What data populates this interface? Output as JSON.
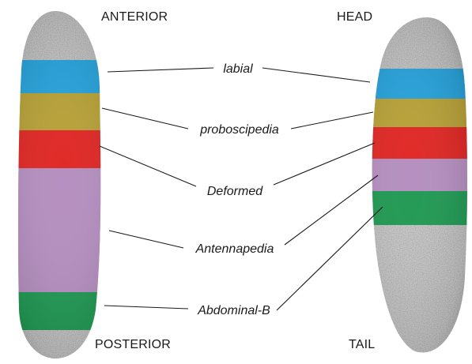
{
  "labels": {
    "anterior": "ANTERIOR",
    "posterior": "POSTERIOR",
    "head": "HEAD",
    "tail": "TAIL"
  },
  "genes": [
    {
      "id": "labial",
      "label": "labial",
      "color": "#2aa3db"
    },
    {
      "id": "proboscipedia",
      "label": "proboscipedia",
      "color": "#b8a23a"
    },
    {
      "id": "deformed",
      "label": "Deformed",
      "color": "#e02a27"
    },
    {
      "id": "antennapedia",
      "label": "Antennapedia",
      "color": "#b590c0"
    },
    {
      "id": "abdominal-b",
      "label": "Abdominal-B",
      "color": "#239a55"
    }
  ],
  "colors": {
    "embryo_base": "#c9c9c9",
    "line": "#1a1a1a"
  }
}
